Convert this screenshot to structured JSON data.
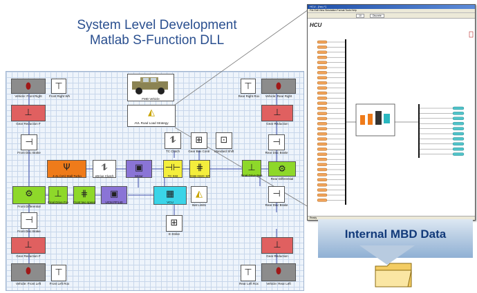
{
  "title": {
    "line1": "System Level Development",
    "line2": "Matlab S-Function DLL"
  },
  "blocks": {
    "vehicle_front_right": "Vehicle: Front Right",
    "front_right_wh": "Front Right Wh",
    "rear_right_rox": "Rear Right Rox",
    "vehicle_rear_right": "Vehicle: Rear Right",
    "fmd_vehicle": "FMD Vehicle",
    "avl_road_load": "AVL Road Load Strategy",
    "gear_reduction_front_right": "Gear Reduction F",
    "gear_reduction_rear_right": "Gear Reduction",
    "front_disc_brake_top": "Front Disc Brake",
    "tc_clutch": "TC Clutch",
    "gear_box_control": "Gear Box Contr",
    "standard_shift": "Standard Shift",
    "rear_disc_brake_top": "Rear Disc Brake",
    "four_ic_engine": "4-4L (cm) Stall Turbo",
    "edrive_clutch": "eDrive Clutch",
    "motor": "Motor",
    "tc_032": "TC 032",
    "gear_1": "GSB 032C SP",
    "final_drive_rear": "Final Drive Rea",
    "rear_differential": "Rear Differential",
    "front_differential": "Front Differential",
    "final_drive_front": "Final Drive Fro",
    "front_two_speed": "Front two speed",
    "ucm_pp140": "UCM PP140",
    "vcu": "VCU",
    "bat_limits": "Bat Limits",
    "front_disc_brake_bottom": "Front Disc Brake",
    "e_strike": "E-Strike",
    "rear_disc_brake_bottom": "Rear Disc Brake",
    "gear_reduction_front_left": "Gear Reduction F",
    "gear_reduction_rear_left": "Gear Reduction",
    "vehicle_front_left": "Vehicle: Front Left",
    "front_left_rox": "Front Left Rox",
    "rear_left_rox": "Rear Left Rox",
    "vehicle_rear_left": "Vehicle: Rear Left"
  },
  "sim": {
    "title": "HCU",
    "window_title": "HCU - [hcu *]",
    "menu": "File  Edit  View  Simulation  Format  Tools  Help",
    "status": "Ready",
    "solver": "Discrete",
    "stop_time": "10"
  },
  "banner": {
    "text": "Internal MBD Data"
  },
  "colors": {
    "title": "#2a4f8f",
    "banner_text": "#123a7a",
    "grid": "#c7d6ea"
  }
}
